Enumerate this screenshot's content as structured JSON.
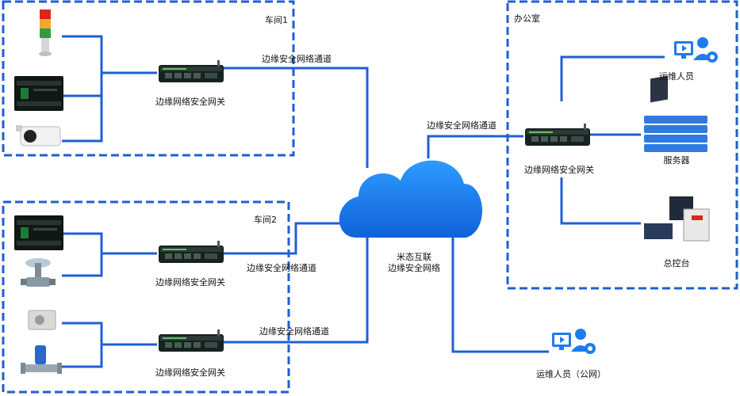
{
  "workshop1": {
    "label": "车间1"
  },
  "workshop2": {
    "label": "车间2"
  },
  "office": {
    "label": "办公室"
  },
  "gateway_label": "边缘网络安全网关",
  "channel_label": "边缘安全网络通道",
  "cloud": {
    "line1": "米态互联",
    "line2": "边缘安全网络"
  },
  "office_nodes": {
    "ops": "运维人员",
    "servers": "服务器",
    "console": "总控台"
  },
  "public_ops": "运维人员（公网）",
  "colors": {
    "line": "#1f5fd6",
    "dash": "#1f5fd6",
    "cloud": "#1478f0",
    "gateway": "#1a2d2b"
  },
  "icons": [
    "signal-tower-icon",
    "plc-icon",
    "camera-icon",
    "valve-icon",
    "sensor-icon",
    "flowmeter-icon",
    "gateway-icon",
    "cloud-icon",
    "ops-user-icon",
    "server-rack-icon",
    "console-icon"
  ]
}
